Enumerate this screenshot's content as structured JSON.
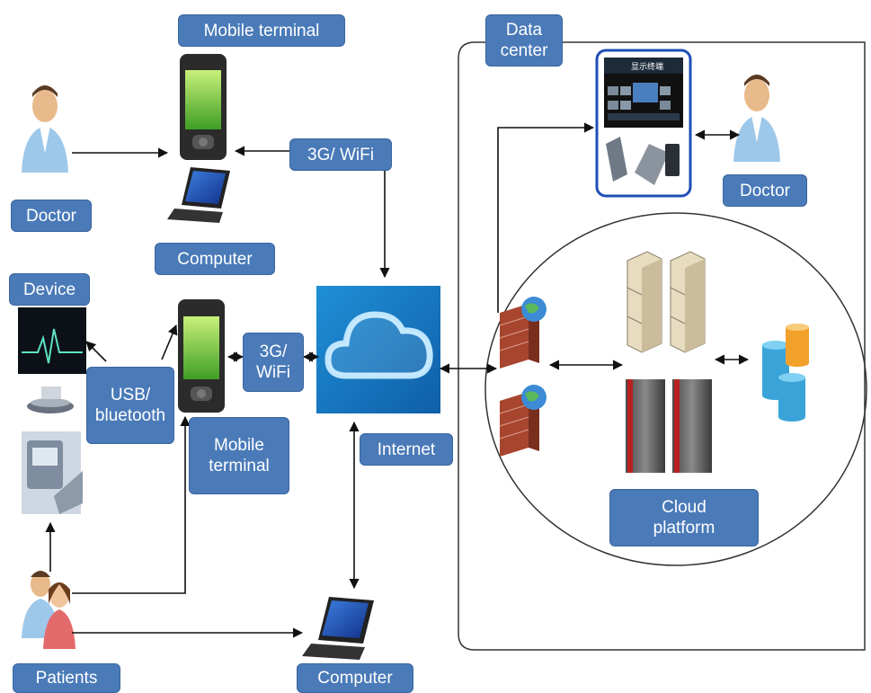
{
  "labels": {
    "mobile_terminal_top": "Mobile terminal",
    "data_center": "Data\ncenter",
    "wifi_top": "3G/ WiFi",
    "doctor_left": "Doctor",
    "computer_top": "Computer",
    "doctor_right": "Doctor",
    "device": "Device",
    "usb_bluetooth": "USB/\nbluetooth",
    "wifi_mid": "3G/\nWiFi",
    "mobile_terminal_mid": "Mobile\nterminal",
    "internet": "Internet",
    "cloud_platform": "Cloud\nplatform",
    "patients": "Patients",
    "computer_bottom": "Computer"
  },
  "display_terminal_text": "显示终端",
  "colors": {
    "label_bg": "#4a7ab8",
    "label_border": "#3a659e",
    "label_text": "#ffffff",
    "arrow": "#111111"
  }
}
